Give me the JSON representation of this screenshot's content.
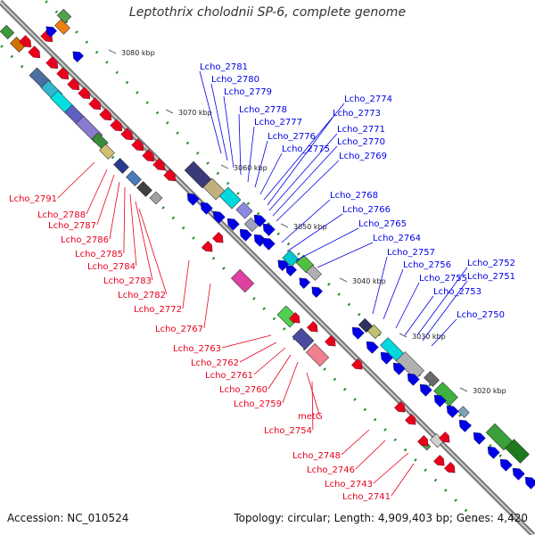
{
  "title": "Leptothrix cholodnii SP-6, complete genome",
  "accession_text": "Accession: NC_010524",
  "summary_text": "Topology: circular; Length: 4,909,403 bp; Genes: 4,420",
  "colors": {
    "forward": "#e8001c",
    "reverse": "#0000e6",
    "backbone": "#888888",
    "ticks": "#2a8a2a"
  },
  "kbp_ticks": [
    "3080 kbp",
    "3070 kbp",
    "3060 kbp",
    "3050 kbp",
    "3040 kbp",
    "3030 kbp",
    "3020 kbp"
  ],
  "blue_labels": [
    "Lcho_2781",
    "Lcho_2780",
    "Lcho_2779",
    "Lcho_2778",
    "Lcho_2777",
    "Lcho_2776",
    "Lcho_2775",
    "Lcho_2774",
    "Lcho_2773",
    "Lcho_2771",
    "Lcho_2770",
    "Lcho_2769",
    "Lcho_2768",
    "Lcho_2766",
    "Lcho_2765",
    "Lcho_2764",
    "Lcho_2757",
    "Lcho_2756",
    "Lcho_2755",
    "Lcho_2753",
    "Lcho_2752",
    "Lcho_2751",
    "Lcho_2750"
  ],
  "red_labels": [
    "Lcho_2791",
    "Lcho_2788",
    "Lcho_2787",
    "Lcho_2786",
    "Lcho_2785",
    "Lcho_2784",
    "Lcho_2783",
    "Lcho_2782",
    "Lcho_2772",
    "Lcho_2767",
    "Lcho_2763",
    "Lcho_2762",
    "Lcho_2761",
    "Lcho_2760",
    "Lcho_2759",
    "metG",
    "Lcho_2754",
    "Lcho_2748",
    "Lcho_2746",
    "Lcho_2743",
    "Lcho_2741"
  ]
}
